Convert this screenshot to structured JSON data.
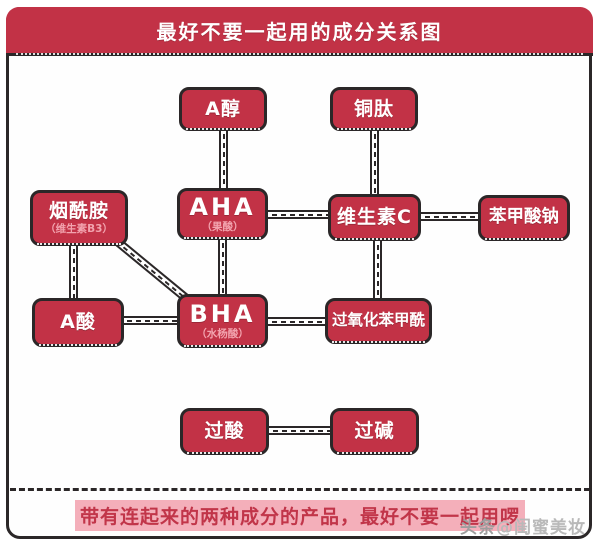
{
  "header": {
    "title": "最好不要一起用的成分关系图"
  },
  "diagram": {
    "nodes": [
      {
        "id": "retinol",
        "label": "A醇",
        "sub": ""
      },
      {
        "id": "copper-peptide",
        "label": "铜肽",
        "sub": ""
      },
      {
        "id": "niacinamide",
        "label": "烟酰胺",
        "sub": "（维生素B3）"
      },
      {
        "id": "aha",
        "label": "AHA",
        "sub": "（果酸）"
      },
      {
        "id": "vitamin-c",
        "label": "维生素C",
        "sub": ""
      },
      {
        "id": "sodium-benzoate",
        "label": "苯甲酸钠",
        "sub": ""
      },
      {
        "id": "retinoic-acid",
        "label": "A酸",
        "sub": ""
      },
      {
        "id": "bha",
        "label": "BHA",
        "sub": "（水杨酸）"
      },
      {
        "id": "benzoyl-peroxide",
        "label": "过氧化苯甲酰",
        "sub": ""
      },
      {
        "id": "over-acid",
        "label": "过酸",
        "sub": ""
      },
      {
        "id": "over-alkali",
        "label": "过碱",
        "sub": ""
      }
    ],
    "edges": [
      {
        "from": "A醇",
        "to": "AHA"
      },
      {
        "from": "铜肽",
        "to": "维生素C"
      },
      {
        "from": "烟酰胺",
        "to": "A酸"
      },
      {
        "from": "烟酰胺",
        "to": "BHA"
      },
      {
        "from": "AHA",
        "to": "维生素C"
      },
      {
        "from": "AHA",
        "to": "BHA"
      },
      {
        "from": "维生素C",
        "to": "苯甲酸钠"
      },
      {
        "from": "维生素C",
        "to": "过氧化苯甲酰"
      },
      {
        "from": "A酸",
        "to": "BHA"
      },
      {
        "from": "BHA",
        "to": "过氧化苯甲酰"
      },
      {
        "from": "过酸",
        "to": "过碱"
      }
    ]
  },
  "footer": {
    "tip": "带有连起来的两种成分的产品，最好不要一起用啰",
    "watermark_prefix": "头条",
    "watermark_account": "@闺蜜美妆"
  },
  "colors": {
    "box_red": "#c23246",
    "border_dark": "#2b2728",
    "subtitle_pink": "#f2a3ae",
    "tip_highlight": "#f4afba",
    "tip_text": "#c13549",
    "watermark_gray": "#9d9d9d"
  }
}
